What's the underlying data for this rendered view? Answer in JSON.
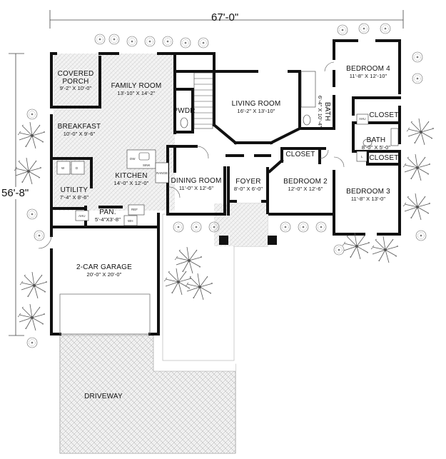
{
  "dimensions": {
    "width": "67'-0\"",
    "depth": "56'-8\""
  },
  "rooms": {
    "covered_porch": {
      "name": "COVERED PORCH",
      "line1": "COVERED",
      "line2": "PORCH",
      "size": "9'-2\" X 10'-0\""
    },
    "family_room": {
      "name": "FAMILY ROOM",
      "size": "13'-10\" X 14'-2\""
    },
    "breakfast": {
      "name": "BREAKFAST",
      "size": "10'-0\" X 9'-6\""
    },
    "kitchen": {
      "name": "KITCHEN",
      "size": "14'-0\" X 12'-0\""
    },
    "utility": {
      "name": "UTILITY",
      "size": "7'-4\" X 8'-6\""
    },
    "pantry": {
      "name": "PAN.",
      "size": "5'-4\"X3'-8\""
    },
    "powder": {
      "name": "PWDR"
    },
    "living_room": {
      "name": "LIVING ROOM",
      "size": "16'-2\" X 13'-10\""
    },
    "dining_room": {
      "name": "DINING ROOM",
      "size": "11'-0\" X 12'-6\""
    },
    "foyer": {
      "name": "FOYER",
      "size": "8'-0\" X 6'-0\""
    },
    "bath_1": {
      "name": "BATH",
      "size": "6'-4\" X 10'-4\""
    },
    "bedroom_4": {
      "name": "BEDROOM 4",
      "size": "11'-8\" X 12'-10\""
    },
    "closet_1": {
      "name": "CLOSET"
    },
    "bath_2": {
      "name": "BATH",
      "size": "8'-0\" X 5'-0\""
    },
    "closet_2": {
      "name": "CLOSET"
    },
    "closet_3": {
      "name": "CLOSET"
    },
    "bedroom_2": {
      "name": "BEDROOM 2",
      "size": "12'-0\" X 12'-6\""
    },
    "bedroom_3": {
      "name": "BEDROOM 3",
      "size": "11'-8\" X 13'-0\""
    },
    "garage": {
      "name": "2-CAR GARAGE",
      "size": "20'-0\" X 20'-0\""
    },
    "driveway": {
      "name": "DRIVEWAY"
    }
  },
  "fixtures": {
    "dw": "DW",
    "sink": "SINK",
    "range": "RANGE",
    "ref": "REF",
    "ahu": "AHU",
    "wh": "WH",
    "w": "W",
    "d": "D",
    "ahu2": "AHU",
    "l": "L"
  },
  "colors": {
    "wall": "#111111",
    "paving": "#c8c8c8",
    "hatch": "#d9d9d9",
    "plant": "#555555"
  }
}
